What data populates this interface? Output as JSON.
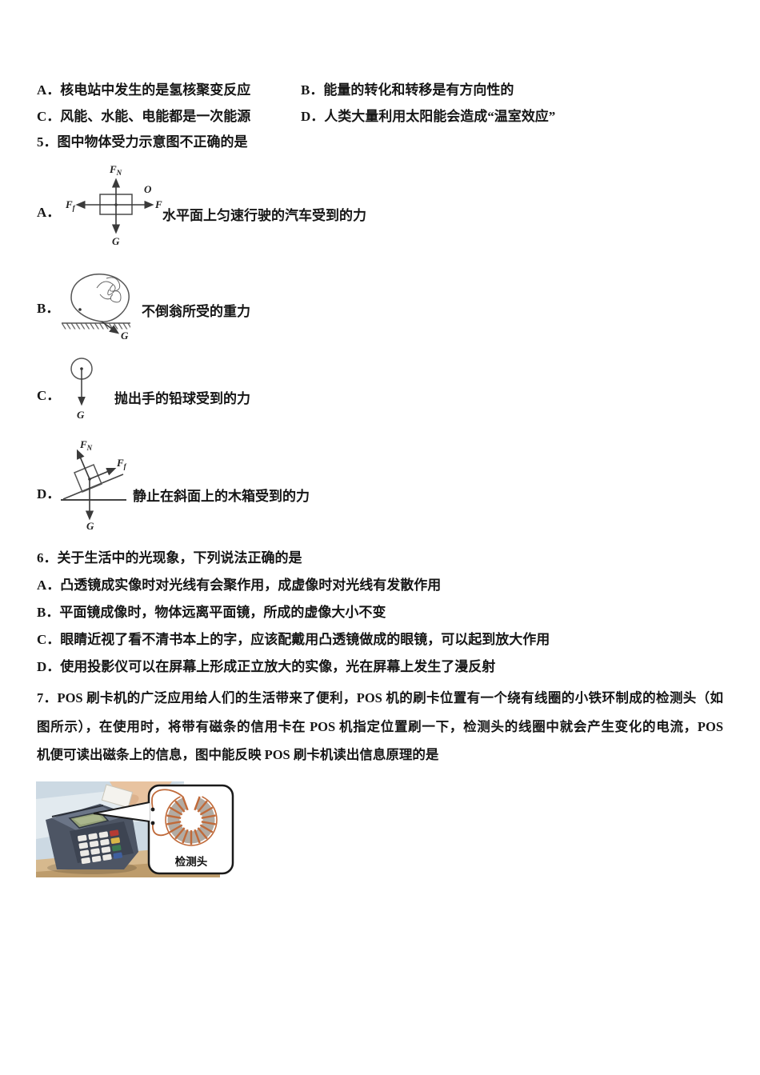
{
  "q4": {
    "options": [
      {
        "label": "A．",
        "text": "核电站中发生的是氢核聚变反应"
      },
      {
        "label": "B．",
        "text": "能量的转化和转移是有方向性的"
      },
      {
        "label": "C．",
        "text": "风能、水能、电能都是一次能源"
      },
      {
        "label": "D．",
        "text": "人类大量利用太阳能会造成“温室效应”"
      }
    ]
  },
  "q5": {
    "title": "5．图中物体受力示意图不正确的是",
    "optionA": {
      "label": "A．",
      "caption": "水平面上匀速行驶的汽车受到的力",
      "forces": {
        "up_main": "F",
        "up_sub": "N",
        "left_main": "F",
        "left_sub": "f",
        "right": "F",
        "down": "G",
        "origin": "O"
      }
    },
    "optionB": {
      "label": "B．",
      "caption": "不倒翁所受的重力",
      "forces": {
        "g": "G"
      }
    },
    "optionC": {
      "label": "C．",
      "caption": "抛出手的铅球受到的力",
      "forces": {
        "g": "G"
      }
    },
    "optionD": {
      "label": "D．",
      "caption": "静止在斜面上的木箱受到的力",
      "forces": {
        "fn_main": "F",
        "fn_sub": "N",
        "ff_main": "F",
        "ff_sub": "f",
        "g": "G"
      }
    }
  },
  "q6": {
    "title": "6．关于生活中的光现象，下列说法正确的是",
    "options": [
      {
        "label": "A．",
        "text": "凸透镜成实像时对光线有会聚作用，成虚像时对光线有发散作用"
      },
      {
        "label": "B．",
        "text": "平面镜成像时，物体远离平面镜，所成的虚像大小不变"
      },
      {
        "label": "C．",
        "text": "眼睛近视了看不清书本上的字，应该配戴用凸透镜做成的眼镜，可以起到放大作用"
      },
      {
        "label": "D．",
        "text": "使用投影仪可以在屏幕上形成正立放大的实像，光在屏幕上发生了漫反射"
      }
    ]
  },
  "q7": {
    "lines": [
      "7．POS 刷卡机的广泛应用给人们的生活带来了便利，POS 机的刷卡位置有一个绕有线圈的小铁环制成的检测头（如",
      "图所示），在使用时，将带有磁条的信用卡在 POS 机指定位置刷一下，检测头的线圈中就会产生变化的电流，POS",
      "机便可读出磁条上的信息，图中能反映 POS 刷卡机读出信息原理的是"
    ],
    "figure": {
      "callout_label": "检测头",
      "colors": {
        "photo_bg": "#ccd9e3",
        "window_light": "#e9eff3",
        "desk": "#d6b98e",
        "desk_edge": "#bd9c6c",
        "machine_body": "#4d5564",
        "machine_deck": "#6b7587",
        "machine_front": "#3d4452",
        "screen": "#94a077",
        "screen_inner": "#aab68c",
        "skin": "#e8c3a0",
        "card": "#f4f3ee",
        "coil_ring": "#b2aba3",
        "coil_wire": "#c06a3a",
        "key_white": "#eceae6",
        "key_red": "#b53a33",
        "key_yellow": "#d9b548",
        "key_green": "#3c7a52",
        "key_blue": "#3f5f9e"
      }
    }
  }
}
